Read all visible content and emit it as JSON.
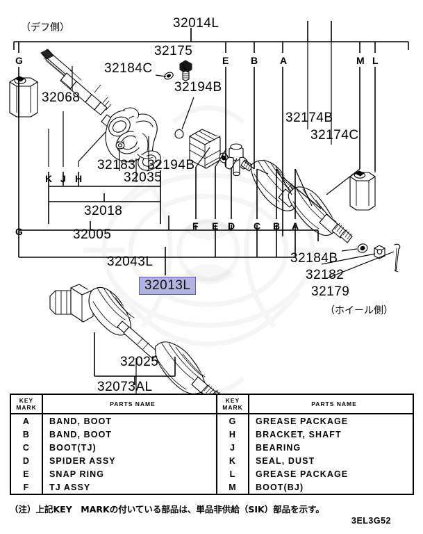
{
  "diagram": {
    "side_labels": {
      "diff_side": "（デフ側）",
      "wheel_side": "（ホイール側）"
    },
    "callouts": {
      "p32014L": "32014L",
      "p32175": "32175",
      "p32184C": "32184C",
      "p32194B_top": "32194B",
      "p32068": "32068",
      "p32174B": "32174B",
      "p32174C": "32174C",
      "p32183": "32183",
      "p32194B_mid": "32194B",
      "p32035": "32035",
      "p32018": "32018",
      "p32005": "32005",
      "p32043L": "32043L",
      "p32013L": "32013L",
      "p32184B": "32184B",
      "p32182": "32182",
      "p32179": "32179",
      "p32025": "32025",
      "p32073AL": "32073AL"
    },
    "key_letters": {
      "top_G": "G",
      "top_E": "E",
      "top_B": "B",
      "top_A": "A",
      "top_M": "M",
      "top_L": "L",
      "mid_K": "K",
      "mid_J": "J",
      "mid_H": "H",
      "bot_G": "G",
      "bot_F": "F",
      "bot_E": "E",
      "bot_D": "D",
      "bot_C": "C",
      "bot_B": "B",
      "bot_A": "A"
    },
    "highlight_color": "#b3b3e0",
    "highlight_border": "#5b5bb0"
  },
  "key_table": {
    "headers": {
      "key_mark_line1": "KEY",
      "key_mark_line2": "MARK",
      "parts_name": "PARTS NAME"
    },
    "left_rows": [
      {
        "mark": "A",
        "name": "BAND, BOOT"
      },
      {
        "mark": "B",
        "name": "BAND, BOOT"
      },
      {
        "mark": "C",
        "name": "BOOT(TJ)"
      },
      {
        "mark": "D",
        "name": "SPIDER ASSY"
      },
      {
        "mark": "E",
        "name": "SNAP RING"
      },
      {
        "mark": "F",
        "name": "TJ ASSY"
      }
    ],
    "right_rows": [
      {
        "mark": "G",
        "name": "GREASE PACKAGE"
      },
      {
        "mark": "H",
        "name": "BRACKET, SHAFT"
      },
      {
        "mark": "J",
        "name": "BEARING"
      },
      {
        "mark": "K",
        "name": "SEAL, DUST"
      },
      {
        "mark": "L",
        "name": "GREASE PACKAGE"
      },
      {
        "mark": "M",
        "name": "BOOT(BJ)"
      }
    ]
  },
  "footer": {
    "note": "（注）上記KEY　MARKの付いている部品は、単品非供給（SIK）部品を示す。",
    "drawing_code": "3EL3G52"
  }
}
